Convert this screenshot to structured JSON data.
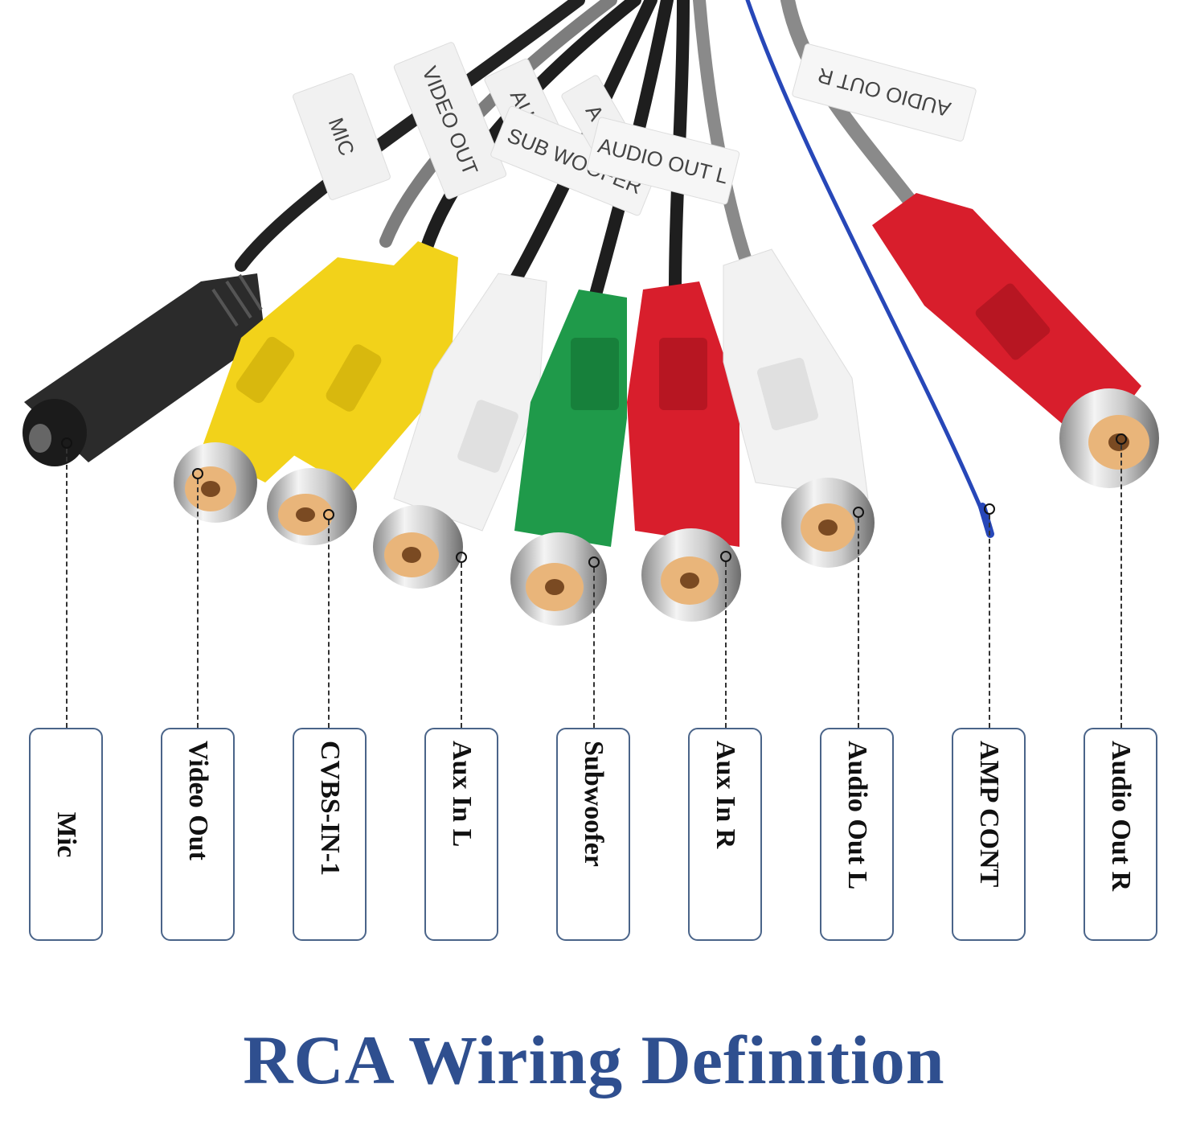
{
  "cable_tags": [
    "MIC",
    "VIDEO OUT",
    "AU",
    "SUB WOOFER",
    "A",
    "AUDIO OUT L",
    "AUDIO OUT R"
  ],
  "connectors": [
    {
      "label": "Mic",
      "color": "#2b2b2b"
    },
    {
      "label": "Video Out",
      "color": "#f2d21a"
    },
    {
      "label": "CVBS-IN-1",
      "color": "#f2d21a"
    },
    {
      "label": "Aux In L",
      "color": "#f2f2f2"
    },
    {
      "label": "Subwoofer",
      "color": "#1f9a4a"
    },
    {
      "label": "Aux In R",
      "color": "#d81e2c"
    },
    {
      "label": "Audio Out L",
      "color": "#f2f2f2"
    },
    {
      "label": "AMP CONT",
      "color": "#2747b8"
    },
    {
      "label": "Audio Out R",
      "color": "#d81e2c"
    }
  ],
  "title": "RCA Wiring Definition",
  "colors": {
    "title": "#2f4f8f",
    "box_border": "#4a6489"
  }
}
